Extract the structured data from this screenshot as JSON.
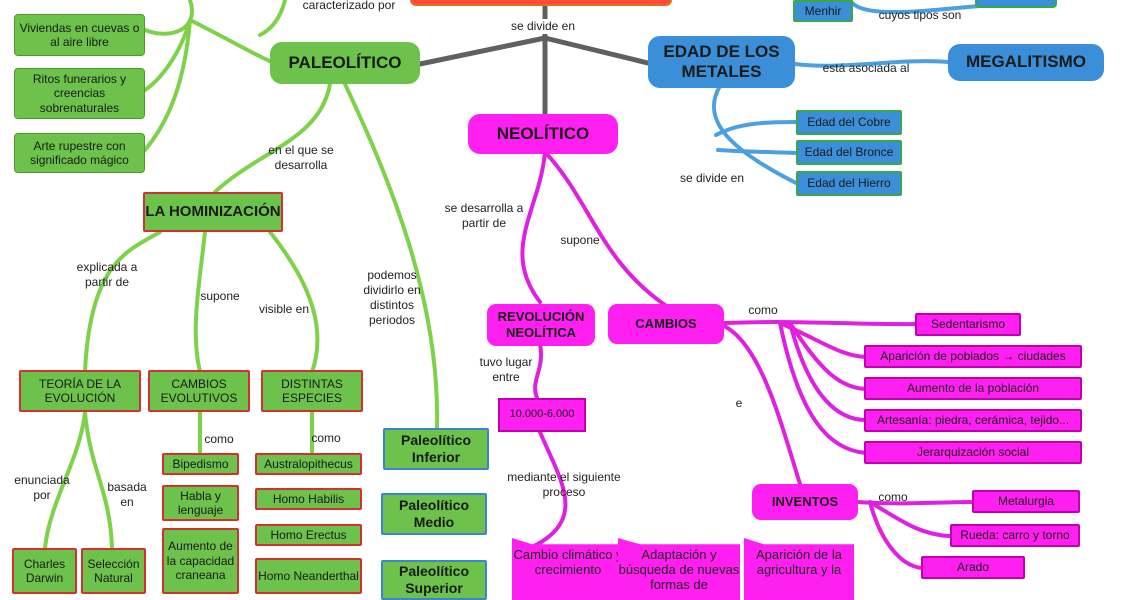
{
  "colors": {
    "green": "#6cc24a",
    "magenta": "#ff1ff0",
    "blue": "#3a8fd8",
    "gray": "#606060",
    "red_border": "#d43030"
  },
  "nodes": {
    "paleolitico": "PALEOLÍTICO",
    "neolitico": "NEOLÍTICO",
    "edad_metales": "EDAD DE LOS METALES",
    "megalitismo": "MEGALITISMO",
    "menhir": "Menhir",
    "hominizacion": "LA HOMINIZACIÓN",
    "viviendas": "Viviendas en cuevas o al aire libre",
    "ritos": "Ritos funerarios y creencias sobrenaturales",
    "arte": "Arte rupestre con significado mágico",
    "teoria": "TEORÍA DE LA EVOLUCIÓN",
    "cambios_evol": "CAMBIOS EVOLUTIVOS",
    "distintas": "DISTINTAS ESPECIES",
    "bipedismo": "Bipedismo",
    "habla": "Habla y lenguaje",
    "aumento_cap": "Aumento de la capacidad craneana",
    "australo": "Australopithecus",
    "habilis": "Homo Habilis",
    "erectus": "Homo Erectus",
    "neander": "Homo Neanderthal",
    "darwin": "Charles Darwin",
    "seleccion": "Selección Natural",
    "pal_inf": "Paleolítico Inferior",
    "pal_medio": "Paleolítico Medio",
    "pal_sup": "Paleolítico Superior",
    "revolucion": "REVOLUCIÓN NEOLÍTICA",
    "fechas": "10.000-6.000",
    "cambios": "CAMBIOS",
    "inventos": "INVENTOS",
    "sedentarismo": "Sedentarismo",
    "poblados": "Aparición de poblados → ciudades",
    "aumento_pob": "Aumento de la población",
    "artesania": "Artesanía: piedra, cerámica, tejido...",
    "jerarquizacion": "Jerarquización social",
    "metalurgia": "Metalurgia",
    "rueda": "Rueda: carro y torno",
    "arado": "Arado",
    "cobre": "Edad del Cobre",
    "bronce": "Edad del Bronce",
    "hierro": "Edad del Hierro",
    "proc1": "Cambio climático y crecimiento",
    "proc2": "Adaptación y búsqueda de nuevas formas de",
    "proc3": "Aparición de la agricultura y la"
  },
  "labels": {
    "caracterizado": "caracterizado por",
    "se_divide": "se divide en",
    "cuyos_tipos": "cuyos tipos son",
    "asociada": "está asociada al",
    "se_divide_metales": "se divide en",
    "desarrolla_pal": "en el que se desarrolla",
    "desarrolla_neo": "se desarrolla a partir de",
    "supone_neo": "supone",
    "explicada": "explicada a partir de",
    "supone_hom": "supone",
    "visible": "visible en",
    "podemos": "podemos dividirlo en distintos periodos",
    "como_cambios": "como",
    "e": "e",
    "como_inventos": "como",
    "tuvo_lugar": "tuvo lugar entre",
    "mediante": "mediante el siguiente proceso",
    "como_evol": "como",
    "como_esp": "como",
    "enunciada": "enunciada por",
    "basada": "basada en"
  }
}
